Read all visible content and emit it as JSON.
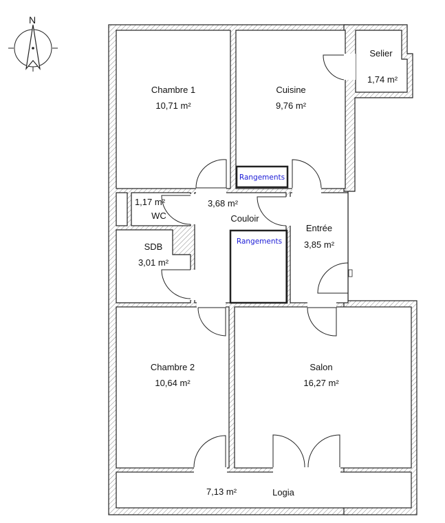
{
  "compass": {
    "north_label": "N"
  },
  "rooms": {
    "chambre1": {
      "name": "Chambre 1",
      "area": "10,71 m²"
    },
    "cuisine": {
      "name": "Cuisine",
      "area": "9,76 m²"
    },
    "selier": {
      "name": "Selier",
      "area": "1,74 m²"
    },
    "wc": {
      "name": "WC",
      "area": "1,17 m²"
    },
    "couloir": {
      "name": "Couloir",
      "area": "3,68 m²"
    },
    "entree": {
      "name": "Entrée",
      "area": "3,85 m²"
    },
    "sdb": {
      "name": "SDB",
      "area": "3,01 m²"
    },
    "chambre2": {
      "name": "Chambre 2",
      "area": "10,64 m²"
    },
    "salon": {
      "name": "Salon",
      "area": "16,27 m²"
    },
    "logia": {
      "name": "Logia",
      "area": "7,13 m²"
    }
  },
  "storage": {
    "top": "Rangements",
    "bottom": "Rangements"
  }
}
